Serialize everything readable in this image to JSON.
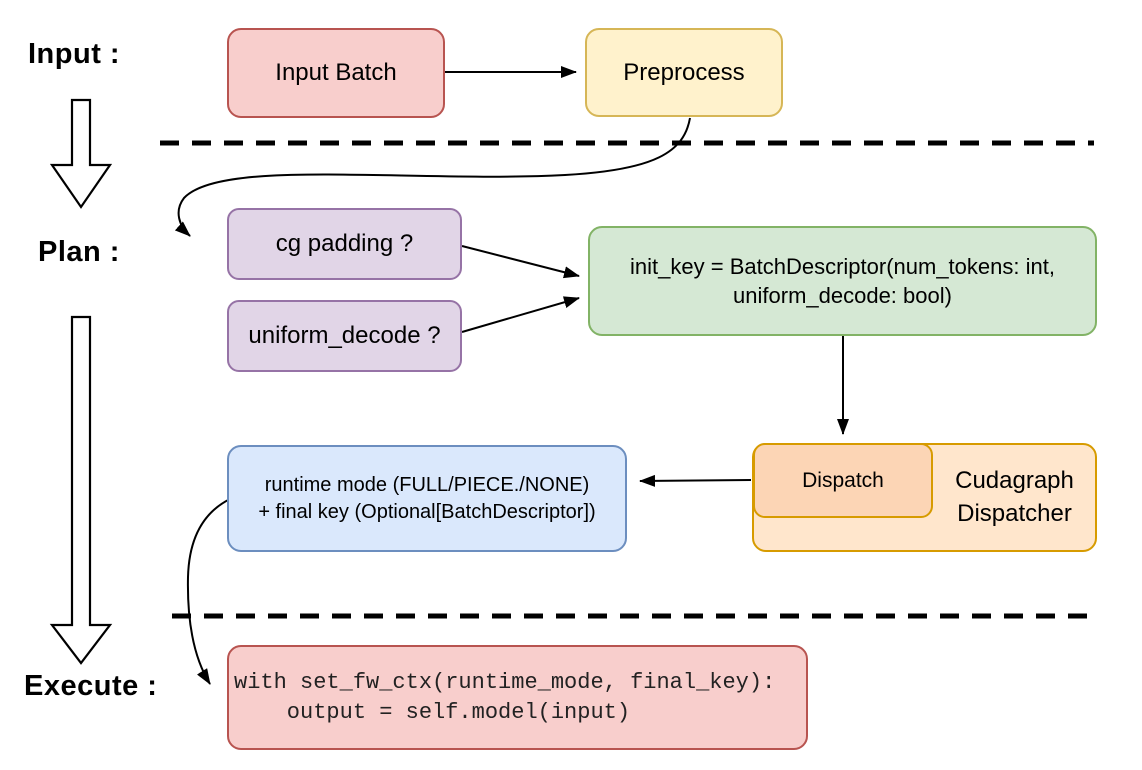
{
  "sections": {
    "input_label": "Input :",
    "plan_label": "Plan :",
    "execute_label": "Execute :"
  },
  "nodes": {
    "input_batch": {
      "label": "Input Batch",
      "fill": "#f8cecc",
      "stroke": "#b85450"
    },
    "preprocess": {
      "label": "Preprocess",
      "fill": "#fff2cc",
      "stroke": "#d6b656"
    },
    "cg_padding": {
      "label": "cg padding ?",
      "fill": "#e1d5e7",
      "stroke": "#9673a6"
    },
    "uniform_decode": {
      "label": "uniform_decode ?",
      "fill": "#e1d5e7",
      "stroke": "#9673a6"
    },
    "init_key": {
      "line1": "init_key = BatchDescriptor(num_tokens: int,",
      "line2": "uniform_decode: bool)",
      "fill": "#d5e8d4",
      "stroke": "#82b366"
    },
    "dispatch": {
      "label": "Dispatch",
      "fill": "#fcd5b5",
      "stroke": "#d79b00"
    },
    "cudagraph_dispatcher": {
      "line1": "Cudagraph",
      "line2": "Dispatcher",
      "fill": "#ffe6cc",
      "stroke": "#d79b00"
    },
    "runtime_mode": {
      "line1": "runtime mode (FULL/PIECE./NONE)",
      "line2": "+ final key (Optional[BatchDescriptor])",
      "fill": "#dae8fc",
      "stroke": "#6c8ebf"
    },
    "execute_code": {
      "line1": "with set_fw_ctx(runtime_mode, final_key):",
      "line2": "    output = self.model(input)",
      "fill": "#f8cecc",
      "stroke": "#b85450"
    }
  },
  "connector_color": "#000000"
}
